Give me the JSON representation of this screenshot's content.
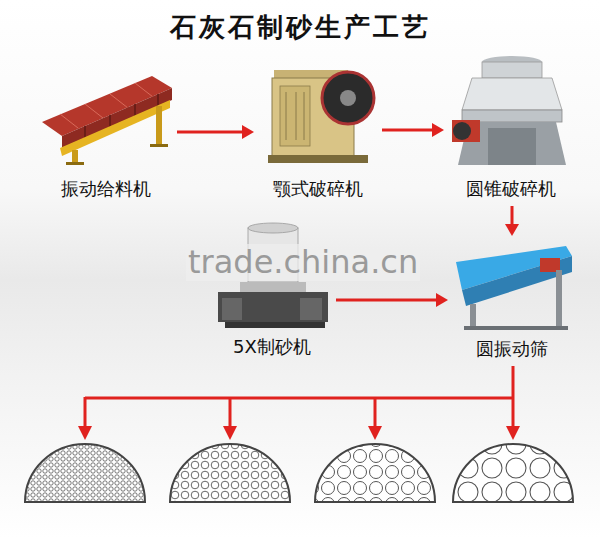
{
  "diagram": {
    "title": "石灰石制砂生产工艺",
    "nodes": [
      {
        "text": [
          "振动给料机"
        ]
      },
      {
        "text": [
          "颚式破碎机"
        ]
      },
      {
        "text": [
          "圆锥破碎机"
        ]
      },
      {
        "text": [
          "5X制砂机"
        ]
      },
      {
        "text": [
          "圆振动筛"
        ]
      }
    ],
    "edges": [
      {
        "from": 0,
        "to": 1,
        "arrow": "to"
      },
      {
        "from": 1,
        "to": 2,
        "arrow": "to"
      },
      {
        "from": 2,
        "to": 4,
        "arrow": "to"
      },
      {
        "from": 3,
        "to": 4,
        "arrow": "to"
      }
    ],
    "labels": [
      "trade.china.cn"
    ]
  }
}
